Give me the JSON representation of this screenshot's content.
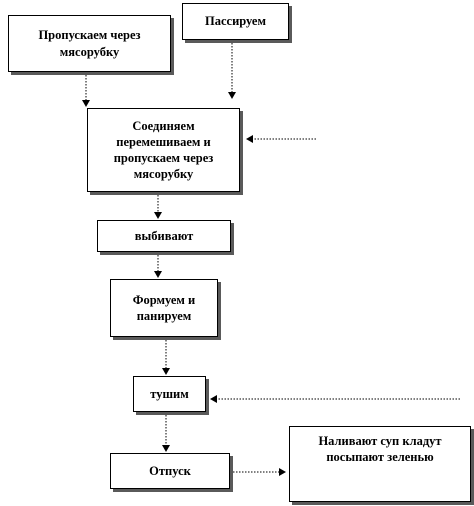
{
  "diagram": {
    "nodes": {
      "mince": "Пропускаем через мясорубку",
      "saute": "Пассируем",
      "combine": "Соединяем перемешиваем и пропускаем через мясорубку",
      "beat": "выбивают",
      "shape": "Формуем и панируем",
      "stew": "тушим",
      "serve": "Отпуск",
      "pour": "Наливают суп кладут посыпают зеленью"
    }
  }
}
